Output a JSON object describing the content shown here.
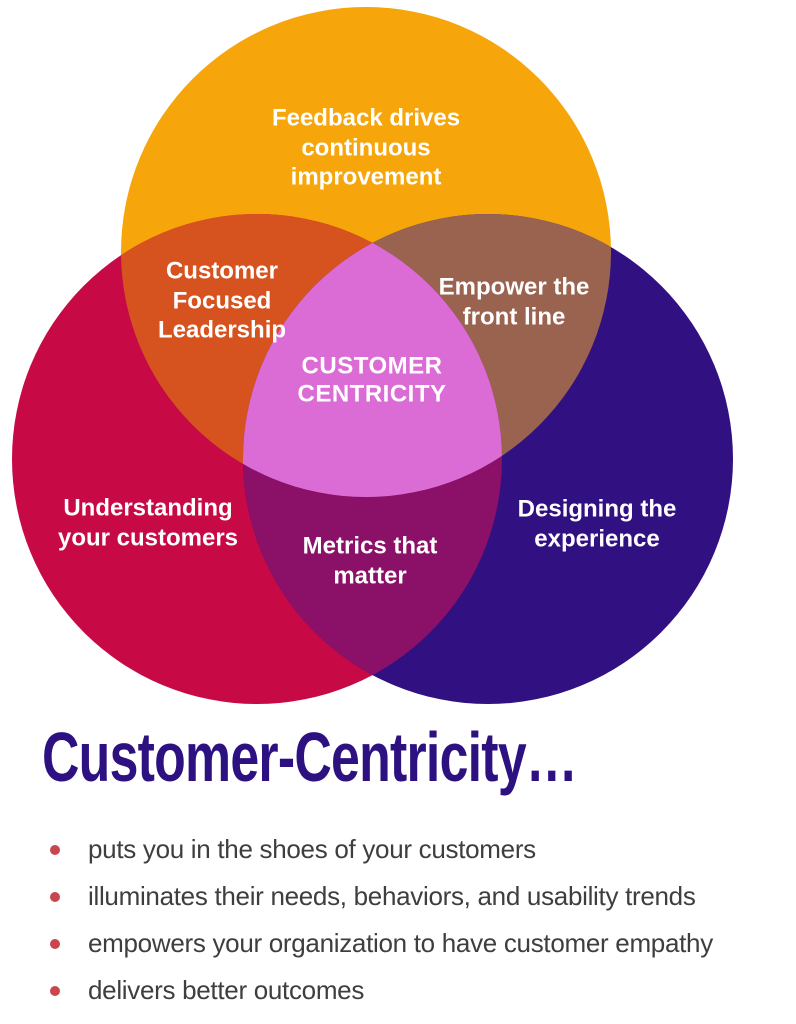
{
  "venn": {
    "regions": [
      {
        "name": "feedback-circle",
        "color": "#F6A50A",
        "lines": [
          "Feedback drives",
          "continuous",
          "improvement"
        ]
      },
      {
        "name": "customer-focused-leadership-overlap",
        "color": "#D6531F",
        "lines": [
          "Customer",
          "Focused",
          "Leadership"
        ]
      },
      {
        "name": "empower-front-line-overlap",
        "color": "#9A6350",
        "lines": [
          "Empower the",
          "front line"
        ]
      },
      {
        "name": "customer-centricity-center",
        "color": "#DC6CD5",
        "lines": [
          "CUSTOMER",
          "CENTRICITY"
        ]
      },
      {
        "name": "understanding-customers-circle",
        "color": "#C70946",
        "lines": [
          "Understanding",
          "your customers"
        ]
      },
      {
        "name": "metrics-that-matter-overlap",
        "color": "#8A1068",
        "lines": [
          "Metrics that",
          "matter"
        ]
      },
      {
        "name": "designing-experience-circle",
        "color": "#311082",
        "lines": [
          "Designing the",
          "experience"
        ]
      }
    ],
    "label_color": "#FFFFFF"
  },
  "heading": {
    "title": "Customer-Centricity…",
    "color": "#2D1181"
  },
  "bullets": {
    "dot_color": "#C9464E",
    "text_color": "#3E3E40",
    "items": [
      "puts you in the shoes of your customers",
      "illuminates their needs, behaviors, and usability trends",
      "empowers your organization to have customer empathy",
      "delivers better outcomes"
    ]
  }
}
